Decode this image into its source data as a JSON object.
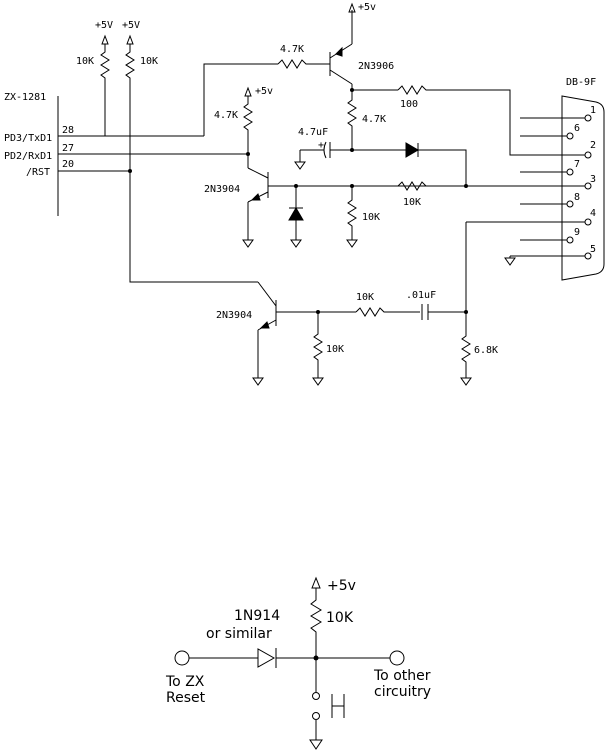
{
  "top_circuit": {
    "supply_label": "+5v",
    "supply_label_upper": "+5V",
    "ic": {
      "name": "ZX-1281",
      "pins": [
        {
          "label": "PD3/TxD1",
          "number": "28"
        },
        {
          "label": "PD2/RxD1",
          "number": "27"
        },
        {
          "label": "/RST",
          "number": "20"
        }
      ]
    },
    "connector": {
      "name": "DB-9F",
      "pins": [
        "1",
        "6",
        "2",
        "7",
        "3",
        "8",
        "4",
        "9",
        "5"
      ]
    },
    "transistors": {
      "pnp": "2N3906",
      "npn_a": "2N3904",
      "npn_b": "2N3904"
    },
    "components": {
      "r_pullup_left": "10K",
      "r_pullup_right": "10K",
      "r_pnp_base": "4.7K",
      "r_pnp_collector": "4.7K",
      "r_npn_collector": "4.7K",
      "r_series_100": "100",
      "c_electrolytic": "4.7uF",
      "r_pin3": "10K",
      "r_npn_emitter": "10K",
      "r_npn_b_base": "10K",
      "c_small": ".01uF",
      "r_npn_b_emitter": "10K",
      "r_68": "6.8K"
    }
  },
  "bottom_circuit": {
    "supply": "+5v",
    "resistor": "10K",
    "diode_line1": "1N914",
    "diode_line2": "or similar",
    "left_label_line1": "To ZX",
    "left_label_line2": "Reset",
    "right_label_line1": "To other",
    "right_label_line2": "circuitry"
  }
}
